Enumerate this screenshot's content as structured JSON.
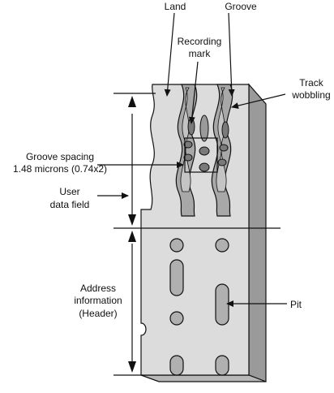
{
  "labels": {
    "land": "Land",
    "groove": "Groove",
    "recording_mark_line1": "Recording",
    "recording_mark_line2": "mark",
    "track_wobbling_line1": "Track",
    "track_wobbling_line2": "wobbling",
    "groove_spacing_line1": "Groove spacing",
    "groove_spacing_line2": "1.48 microns (0.74x2)",
    "user_data_line1": "User",
    "user_data_line2": "data field",
    "address_line1": "Address",
    "address_line2": "information",
    "address_line3": "(Header)",
    "pit": "Pit"
  },
  "colors": {
    "surface": "#dcdcdc",
    "side_face": "#9a9a9a",
    "groove_fill": "#a8a8a8",
    "groove_inner": "#c4c4c4",
    "mark": "#7a7a7a",
    "pit": "#8a8a8a",
    "line": "#111111"
  }
}
